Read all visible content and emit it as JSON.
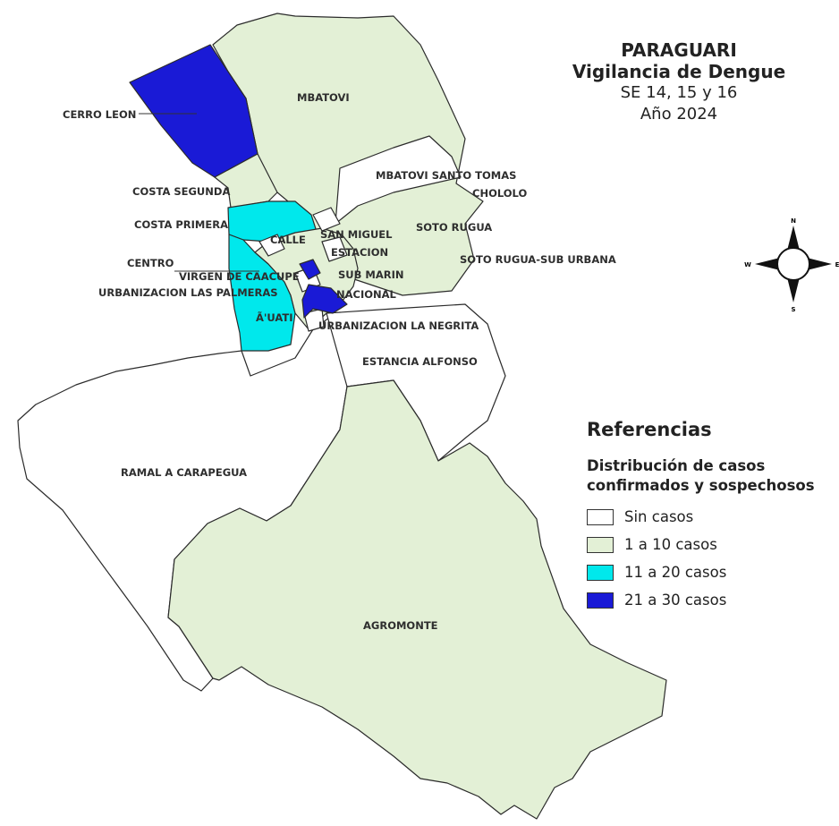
{
  "title": {
    "line1": "PARAGUARI",
    "line2": "Vigilancia de Dengue",
    "line3": "SE 14, 15 y 16",
    "line4": "Año 2024"
  },
  "legend": {
    "title": "Referencias",
    "subtitle_line1": "Distribución de casos",
    "subtitle_line2": "confirmados y sospechosos",
    "items": [
      {
        "label": "Sin casos",
        "color": "#ffffff"
      },
      {
        "label": "1 a 10 casos",
        "color": "#e3f0d6"
      },
      {
        "label": "11 a 20 casos",
        "color": "#00e8ec"
      },
      {
        "label": "21 a 30 casos",
        "color": "#1a1ad6"
      }
    ]
  },
  "compass": {
    "n": "N",
    "s": "S",
    "e": "E",
    "w": "W"
  },
  "zones": {
    "mbatovi": "MBATOVI",
    "cerro_leon": "CERRO LEON",
    "costa_segunda": "COSTA SEGUNDA",
    "costa_primera": "COSTA PRIMERA",
    "centro": "CENTRO",
    "virgen_caacupe": "VIRGEN DE CAACUPE",
    "urb_las_palmeras": "URBANIZACION LAS PALMERAS",
    "auati": "Ã'UATI",
    "calle": "CALLE",
    "san_miguel": "SAN MIGUEL",
    "estacion": "ESTACION",
    "sub_marin": "SUB MARIN",
    "nacional": "NACIONAL",
    "urb_la_negrita": "URBANIZACION LA NEGRITA",
    "mbatovi_santo_tomas": "MBATOVI SANTO TOMAS",
    "chololo": "CHOLOLO",
    "soto_rugua": "SOTO RUGUA",
    "soto_rugua_sub_urbana": "SOTO RUGUA-SUB URBANA",
    "estancia_alfonso": "ESTANCIA ALFONSO",
    "ramal_a_carapegua": "RAMAL A CARAPEGUA",
    "agromonte": "AGROMONTE"
  }
}
